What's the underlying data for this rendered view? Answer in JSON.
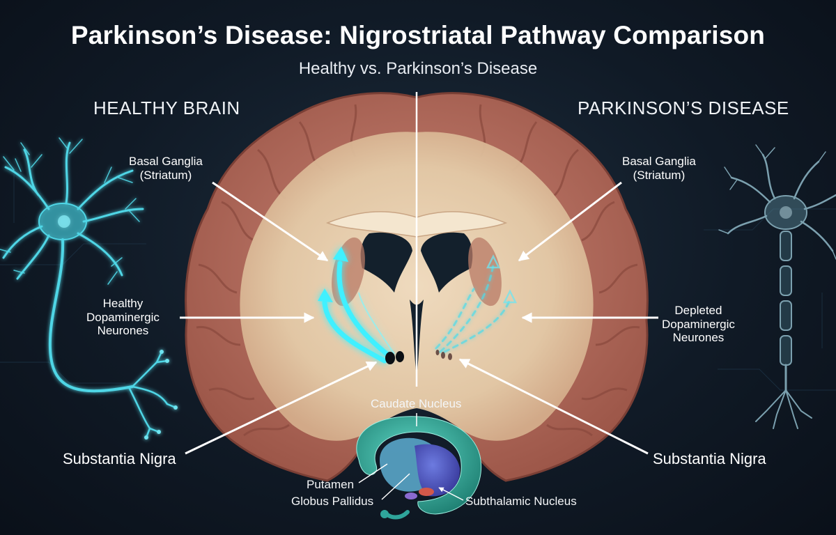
{
  "title": "Parkinson’s Disease: Nigrostriatal Pathway Comparison",
  "subtitle": "Healthy vs. Parkinson’s Disease",
  "left_panel": {
    "heading": "HEALTHY BRAIN",
    "label_basal": [
      "Basal Ganglia",
      "(Striatum)"
    ],
    "label_neurones": [
      "Healthy",
      "Dopaminergic",
      "Neurones"
    ],
    "label_sn": "Substantia Nigra"
  },
  "right_panel": {
    "heading": "PARKINSON’S DISEASE",
    "label_basal": [
      "Basal Ganglia",
      "(Striatum)"
    ],
    "label_neurones": [
      "Depleted",
      "Dopaminergic",
      "Neurones"
    ],
    "label_sn": "Substantia Nigra"
  },
  "inset": {
    "caudate": "Caudate Nucleus",
    "putamen": "Putamen",
    "globus": "Globus Pallidus",
    "subthalamic": "Subthalamic Nucleus"
  },
  "colors": {
    "background": "#101a26",
    "brain_cortex": "#b36e5e",
    "white_matter": "#e8d3b4",
    "pathway_glow": "#3ff0ff",
    "neuron": "#4fd6e6",
    "caudate": "#2fa59b",
    "globus": "#5b5fc9"
  }
}
